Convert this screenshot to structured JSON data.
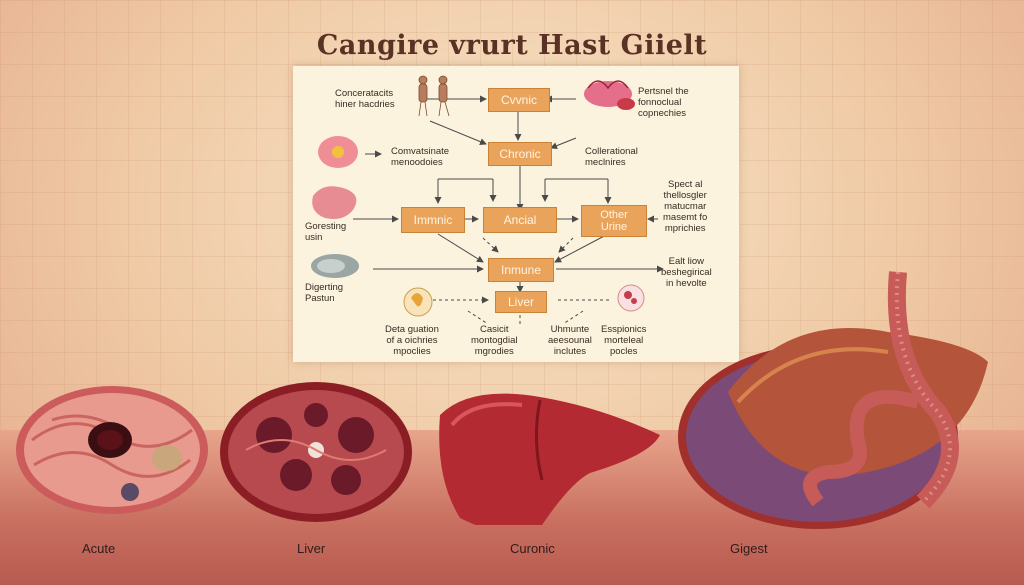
{
  "title": "Cangire vrurt Hast Giielt",
  "flow": {
    "boxes": {
      "cvvnic": "Cvvnic",
      "chronic": "Chronic",
      "immnic": "Immnic",
      "ancial": "Ancial",
      "other": "Other\nUrine",
      "inmune": "Inmune",
      "liver": "Liver"
    },
    "notes": {
      "top_left": "Conceratacits\nhiner hacdries",
      "top_right": "Pertsnel the\nfonnoclual\ncopnechies",
      "mid_left": "Comvatsinate\nmenoodoies",
      "mid_right": "Collerational\nmeclnires",
      "left_a": "Goresting\nusin",
      "right_a": "Spect al\nthellosgler\nmatucmar\nmasemt fo\nmprichies",
      "left_b": "Digerting\nPastun",
      "right_b": "Ealt liow\nbeshegirical\nin hevolte",
      "bottom_1": "Deta guation\nof a oichries\nmpoclies",
      "bottom_2": "Casicit\nmontogdial\nmgrodies",
      "bottom_3": "Uhmunte\naeesounal\ninclutes",
      "bottom_4": "Esspionics\nmorteleal\npocles"
    }
  },
  "bottom_labels": {
    "acute": "Acute",
    "liver": "Liver",
    "curonic": "Curonic",
    "gigest": "Gigest"
  },
  "colors": {
    "box_fill": "#e9a35a",
    "panel_bg": "#fbf3dd",
    "title": "#5a3225",
    "organ_red": "#b8333a"
  }
}
